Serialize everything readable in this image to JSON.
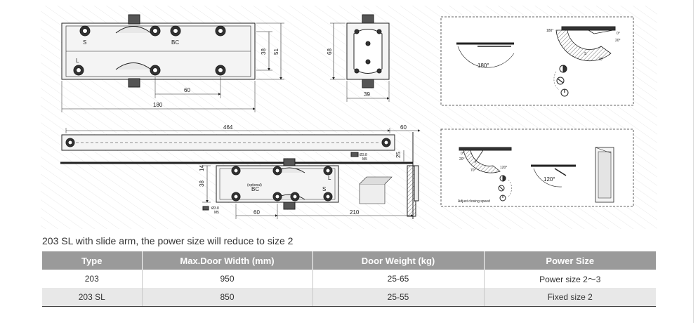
{
  "drawing": {
    "closer_top": {
      "label_s": "S",
      "label_bc": "BC",
      "label_l": "L",
      "dim_60": "60",
      "dim_180": "180",
      "dim_38": "38",
      "dim_51": "51"
    },
    "closer_side": {
      "dim_68": "68",
      "dim_39": "39"
    },
    "slide_arm": {
      "dim_464": "464",
      "dim_60": "60",
      "dim_25": "25",
      "dim_14": "14",
      "dim_38": "38",
      "screw_a": "Ø3.8",
      "screw_a2": "M5",
      "optional": "(optional)",
      "label_bc": "BC",
      "label_l": "L",
      "label_s": "S",
      "screw_b": "Ø3.8",
      "screw_b2": "M5",
      "dim_60b": "60",
      "dim_210": "210"
    },
    "panel_a": {
      "angle_180": "180°",
      "angle_180b": "180°",
      "angle_0": "0°",
      "angle_20": "20°",
      "angle_70": "70°",
      "label_s": "S"
    },
    "panel_b": {
      "angle_0": "0°",
      "angle_20": "20°",
      "angle_70": "70°",
      "angle_120": "120°",
      "angle_120b": "120°",
      "adjust": "Adjust closing speed"
    }
  },
  "note": "203 SL with slide arm, the power size will reduce to size 2",
  "table": {
    "headers": [
      "Type",
      "Max.Door Width (mm)",
      "Door Weight (kg)",
      "Power Size"
    ],
    "rows": [
      [
        "203",
        "950",
        "25-65",
        "Power size 2～3"
      ],
      [
        "203 SL",
        "850",
        "25-55",
        "Fixed size 2"
      ]
    ]
  },
  "colors": {
    "header_bg": "#9a9a9a",
    "row_alt_bg": "#e8e8e8",
    "line": "#222222"
  }
}
